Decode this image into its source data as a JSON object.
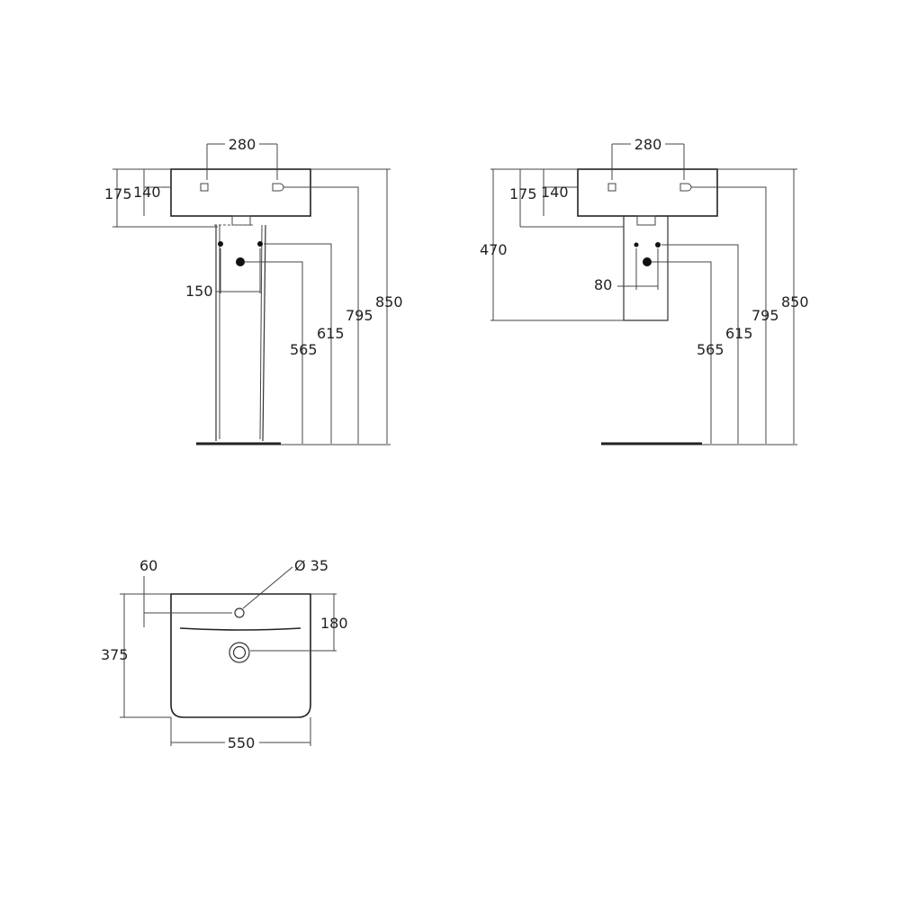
{
  "views": {
    "pedestal": {
      "tap_spacing": "280",
      "overflow_from_top": "140",
      "rim_depth": "175",
      "supply_spacing": "150",
      "waste_height": "565",
      "supply_height": "615",
      "overflow_height": "795",
      "rim_height": "850"
    },
    "semi_pedestal": {
      "tap_spacing": "280",
      "overflow_from_top": "140",
      "rim_depth": "175",
      "semi_pedestal_height": "470",
      "supply_spacing": "80",
      "waste_height": "565",
      "supply_height": "615",
      "overflow_height": "795",
      "rim_height": "850"
    },
    "plan": {
      "tap_hole_setback": "60",
      "tap_hole_diameter": "Ø 35",
      "waste_from_back": "180",
      "depth": "375",
      "width": "550"
    }
  }
}
